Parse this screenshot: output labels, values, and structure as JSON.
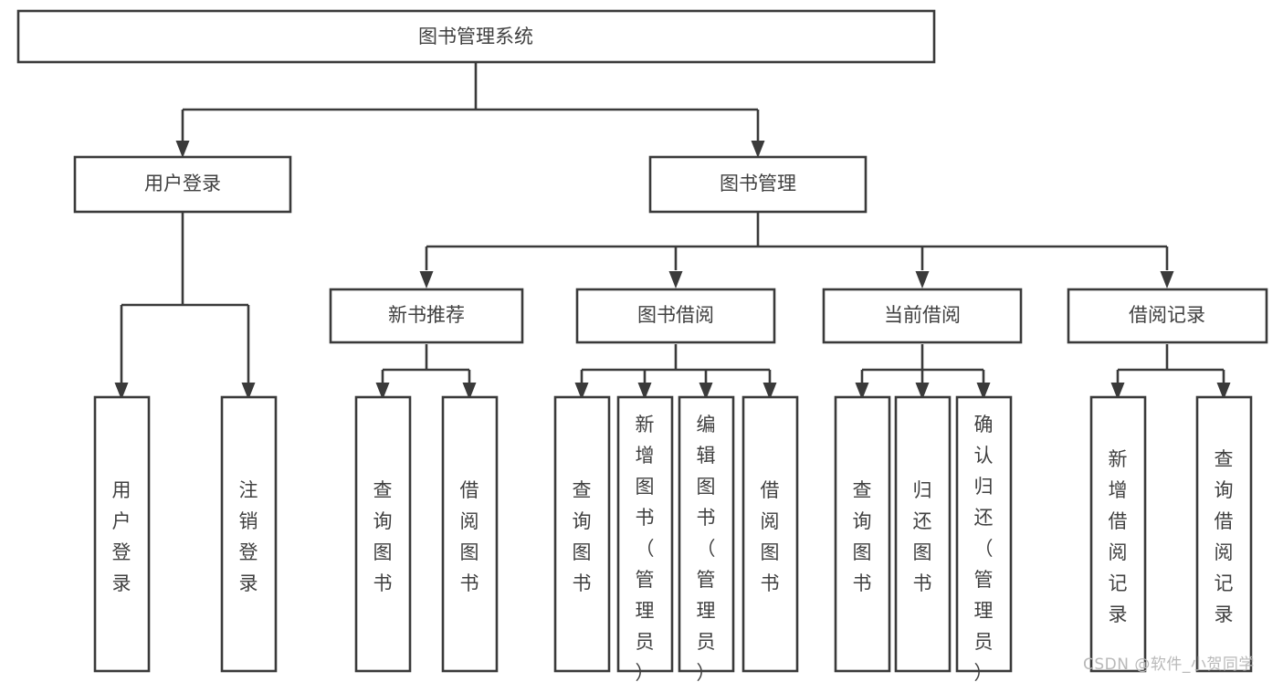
{
  "diagram": {
    "type": "tree",
    "title": "图书管理系统",
    "watermark": "CSDN @软件_小贺同学",
    "colors": {
      "stroke": "#3a3a3a",
      "box_fill": "#ffffff",
      "text": "#404040",
      "background": "#ffffff",
      "watermark": "#b9b9b9"
    },
    "root": {
      "label": "图书管理系统"
    },
    "level1": [
      {
        "label": "用户登录"
      },
      {
        "label": "图书管理"
      }
    ],
    "level2": [
      {
        "label": "新书推荐"
      },
      {
        "label": "图书借阅"
      },
      {
        "label": "当前借阅"
      },
      {
        "label": "借阅记录"
      }
    ],
    "leaves": {
      "user_login": [
        {
          "label": "用户登录"
        },
        {
          "label": "注销登录"
        }
      ],
      "new_book_recommend": [
        {
          "label": "查询图书"
        },
        {
          "label": "借阅图书"
        }
      ],
      "book_borrow": [
        {
          "label": "查询图书"
        },
        {
          "label": "新增图书（管理员）"
        },
        {
          "label": "编辑图书（管理员）"
        },
        {
          "label": "借阅图书"
        }
      ],
      "current_borrow": [
        {
          "label": "查询图书"
        },
        {
          "label": "归还图书"
        },
        {
          "label": "确认归还（管理员）"
        }
      ],
      "borrow_record": [
        {
          "label": "新增借阅记录"
        },
        {
          "label": "查询借阅记录"
        }
      ]
    }
  }
}
